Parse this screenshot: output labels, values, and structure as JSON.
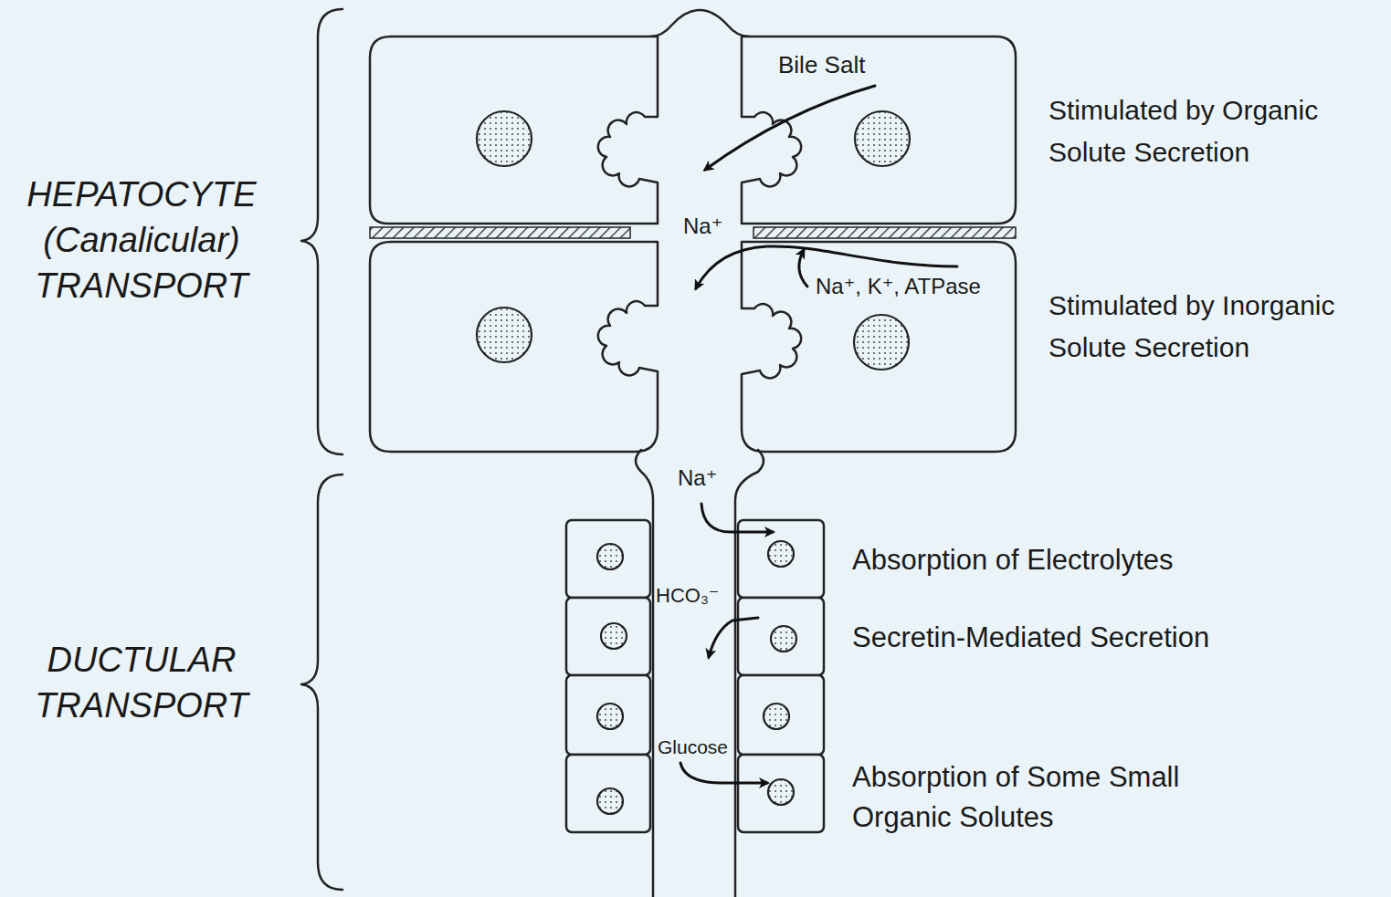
{
  "diagram": {
    "labels": [
      "HEPATOCYTE (Canalicular) TRANSPORT",
      "Bile Salt",
      "Stimulated by Organic Solute Secretion",
      "Na⁺",
      "Na⁺, K⁺, ATPase",
      "Stimulated by Inorganic Solute Secretion",
      "DUCTULAR TRANSPORT",
      "Na⁺",
      "Absorption of Electrolytes",
      "HCO₃⁻",
      "Secretin-Mediated Secretion",
      "Glucose",
      "Absorption of Some Small Organic Solutes"
    ]
  }
}
